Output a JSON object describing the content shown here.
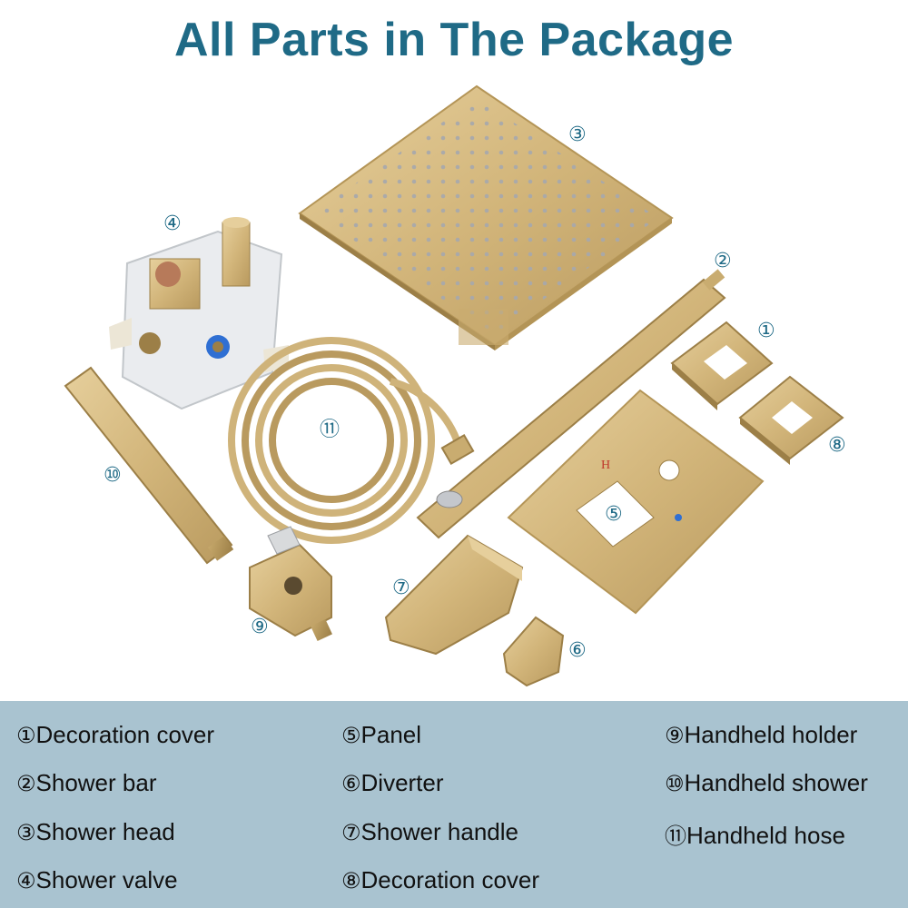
{
  "title": "All Parts in The Package",
  "colors": {
    "title": "#1f6a86",
    "legend_bg": "#a9c3d0",
    "brass": "#d2b57a",
    "brass_dark": "#a88b52"
  },
  "callouts": [
    "①",
    "②",
    "③",
    "④",
    "⑤",
    "⑥",
    "⑦",
    "⑧",
    "⑨",
    "⑩",
    "⑪"
  ],
  "legend": [
    {
      "num": "①",
      "label": "Decoration cover"
    },
    {
      "num": "②",
      "label": "Shower bar"
    },
    {
      "num": "③",
      "label": "Shower head"
    },
    {
      "num": "④",
      "label": "Shower valve"
    },
    {
      "num": "⑤",
      "label": "Panel"
    },
    {
      "num": "⑥",
      "label": "Diverter"
    },
    {
      "num": "⑦",
      "label": "Shower handle"
    },
    {
      "num": "⑧",
      "label": "Decoration cover"
    },
    {
      "num": "⑨",
      "label": "Handheld holder"
    },
    {
      "num": "⑩",
      "label": "Handheld shower"
    },
    {
      "num": "⑪",
      "label": "Handheld hose"
    }
  ]
}
